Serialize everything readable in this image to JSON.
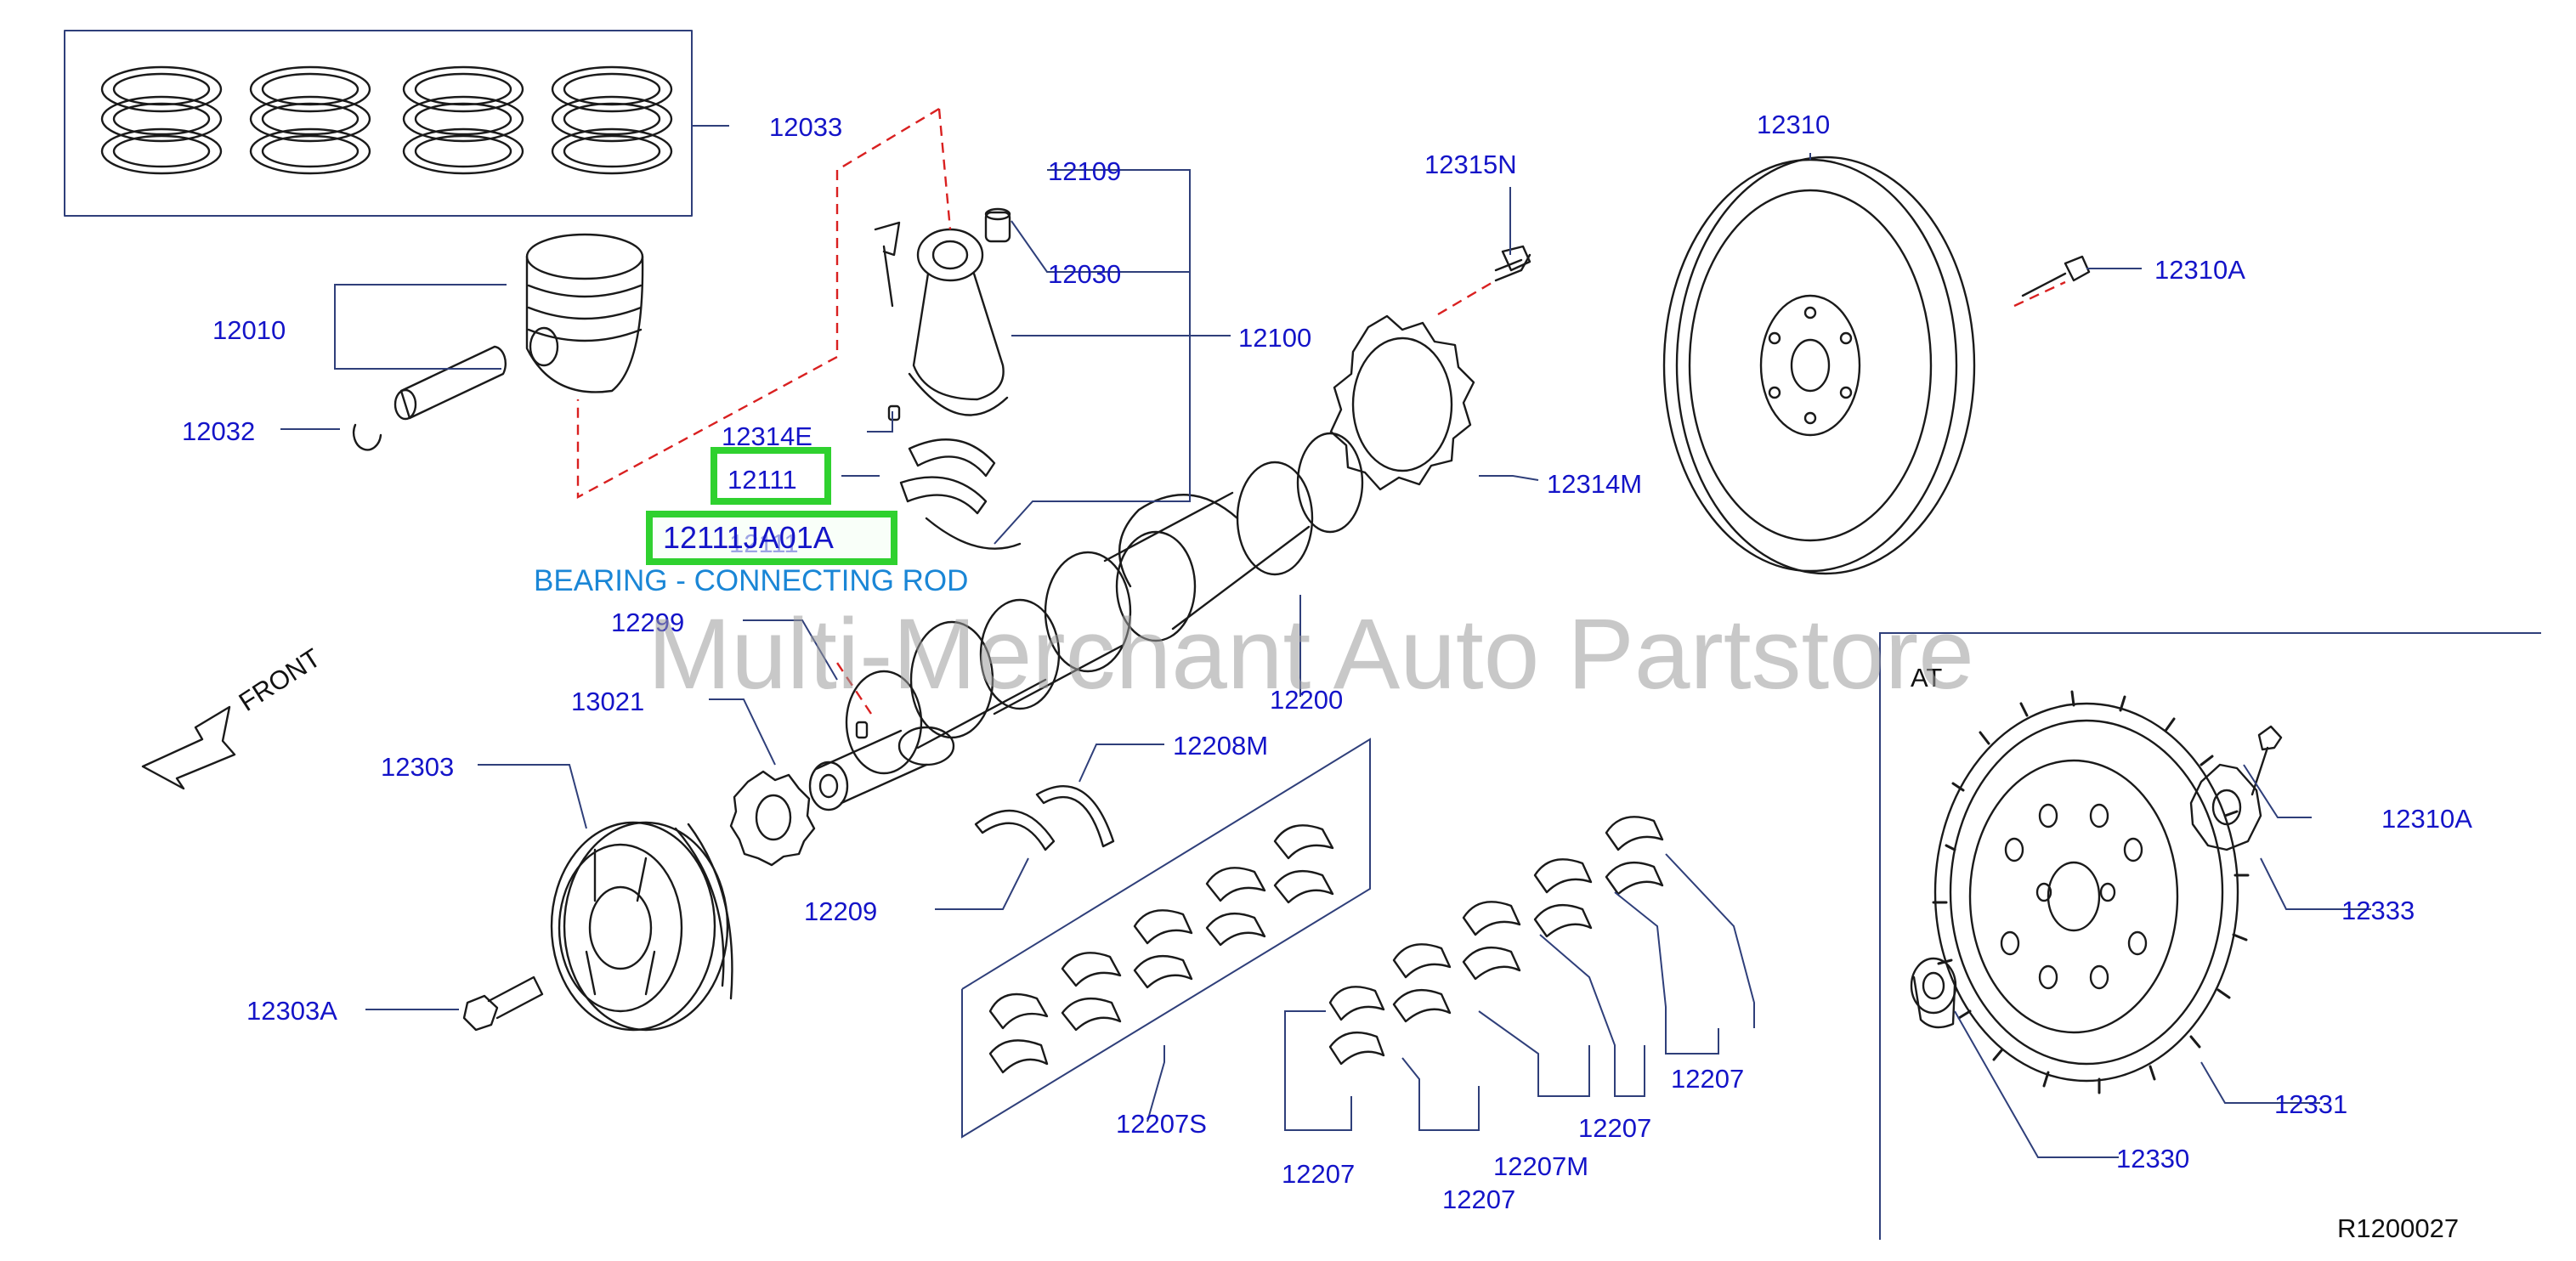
{
  "diagram": {
    "watermark": "Multi-Merchant Auto Partstore",
    "ref_code": "R1200027",
    "front_label": "FRONT",
    "at_label": "AT",
    "highlight": {
      "part_12111": "12111",
      "part_number": "12111JA01A",
      "description": "BEARING - CONNECTING ROD"
    },
    "callouts": {
      "c12033": "12033",
      "c12109": "12109",
      "c12030": "12030",
      "c12100": "12100",
      "c12010": "12010",
      "c12032": "12032",
      "c12314E": "12314E",
      "c12111_under": "12111",
      "c12315N": "12315N",
      "c12314M": "12314M",
      "c12310": "12310",
      "c12310A_top": "12310A",
      "c12299": "12299",
      "c13021": "13021",
      "c12200": "12200",
      "c12303": "12303",
      "c12208M": "12208M",
      "c12209": "12209",
      "c12303A": "12303A",
      "c12207S": "12207S",
      "c12207_a": "12207",
      "c12207_b": "12207",
      "c12207M": "12207M",
      "c12207_c": "12207",
      "c12207_d": "12207",
      "c12310A_at": "12310A",
      "c12333": "12333",
      "c12331": "12331",
      "c12330": "12330"
    }
  }
}
